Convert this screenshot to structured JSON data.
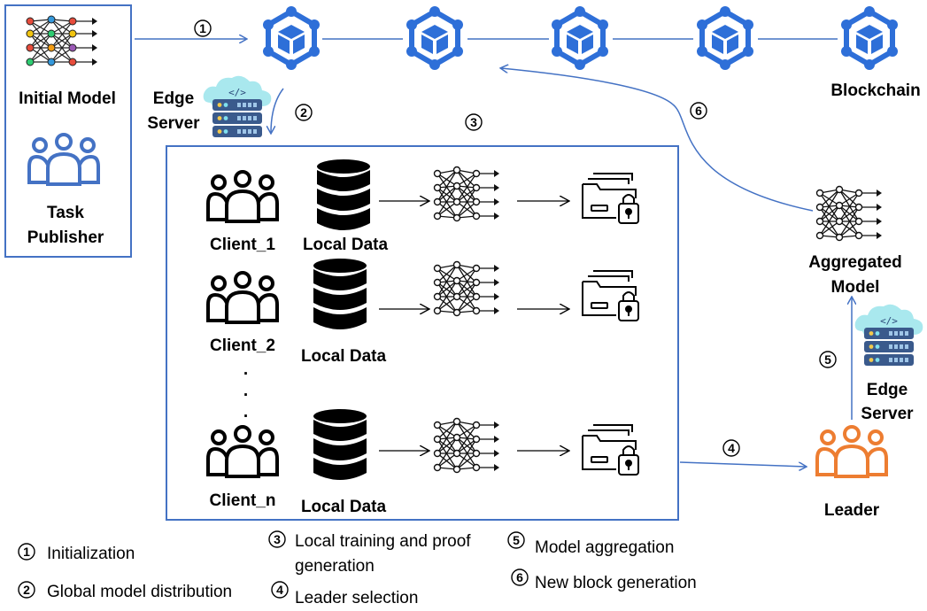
{
  "colors": {
    "frame": "#4472c4",
    "blockchain": "#2e6fd8",
    "leader": "#ed7d31",
    "publisher": "#4472c4",
    "cloud": "#a9e8ee",
    "server": "#3a5a8c"
  },
  "icons": {
    "network": "neural-network-icon",
    "publisher": "people-group-icon",
    "client": "people-group-icon",
    "database": "database-icon",
    "folder": "locked-folder-icon",
    "block": "blockchain-block-icon",
    "server": "cloud-server-icon"
  },
  "task_publisher": {
    "model_label": "Initial Model",
    "publisher_label_line1": "Task",
    "publisher_label_line2": "Publisher"
  },
  "edge_server_top": {
    "line1": "Edge",
    "line2": "Server"
  },
  "edge_server_right": {
    "line1": "Edge",
    "line2": "Server"
  },
  "blockchain": {
    "label": "Blockchain",
    "block_count": 5
  },
  "clients": [
    {
      "name": "Client_1",
      "data_label": "Local Data"
    },
    {
      "name": "Client_2",
      "data_label": "Local Data"
    },
    {
      "name": "Client_n",
      "data_label": "Local Data"
    }
  ],
  "ellipsis": [
    "·",
    "·",
    "·"
  ],
  "aggregated_model": {
    "line1": "Aggregated",
    "line2": "Model"
  },
  "leader": {
    "label": "Leader"
  },
  "step_markers": [
    "1",
    "2",
    "3",
    "4",
    "5",
    "6"
  ],
  "legend": [
    {
      "num": "1",
      "text": "Initialization"
    },
    {
      "num": "2",
      "text": "Global model distribution"
    },
    {
      "num": "3",
      "text_line1": "Local training and proof",
      "text_line2": "generation"
    },
    {
      "num": "4",
      "text": "Leader selection"
    },
    {
      "num": "5",
      "text": "Model aggregation"
    },
    {
      "num": "6",
      "text": "New block generation"
    }
  ]
}
